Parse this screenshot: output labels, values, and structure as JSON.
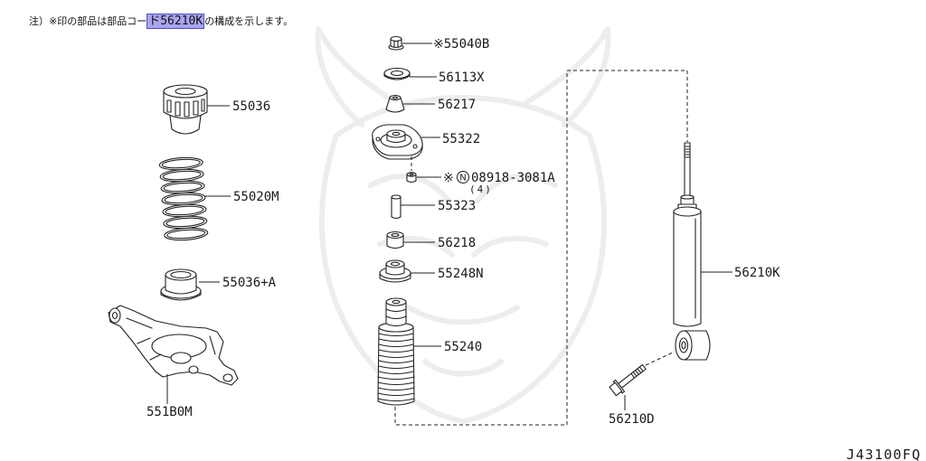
{
  "note": {
    "prefix": "注）※印の部品は部品コー",
    "highlight": "ド56210K",
    "suffix": "の構成を示します。"
  },
  "callouts": {
    "p55036": "55036",
    "p55020M": "55020M",
    "p55036A": "55036+A",
    "p551B0M": "551B0M",
    "p55040B": "※55040B",
    "p56113X": "56113X",
    "p56217": "56217",
    "p55322": "55322",
    "p08918": {
      "mark": "※",
      "circled_letter": "N",
      "number": "08918-3081A",
      "qty": "(4)"
    },
    "p55323": "55323",
    "p56218": "56218",
    "p55248N": "55248N",
    "p55240": "55240",
    "p56210K": "56210K",
    "p56210D": "56210D"
  },
  "diagram_code": "J43100FQ",
  "colors": {
    "line": "#222222",
    "highlight_fill": "#a9a5ef",
    "highlight_border": "#4d4dc6",
    "watermark": "#ededed",
    "background": "#ffffff"
  }
}
